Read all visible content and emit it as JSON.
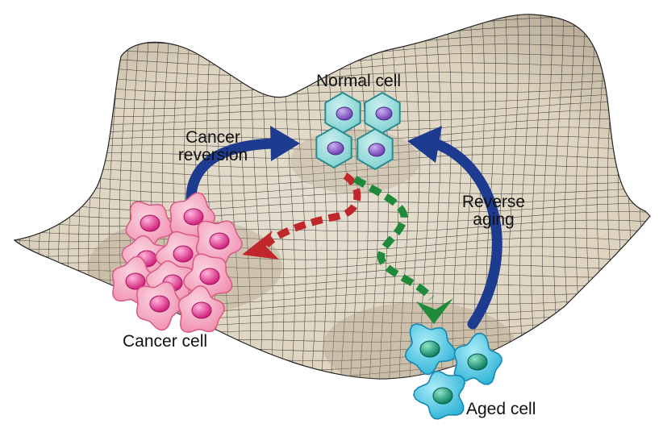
{
  "labels": {
    "normal_cell": "Normal cell",
    "cancer_reversion_line1": "Cancer",
    "cancer_reversion_line2": "reversion",
    "reverse_aging_line1": "Reverse",
    "reverse_aging_line2": "aging",
    "cancer_cell": "Cancer cell",
    "aged_cell": "Aged cell"
  },
  "colors": {
    "surface": "#ece6da",
    "mesh": "#2b2b2b",
    "arrow_blue": "#1d3b8f",
    "arrow_red": "#c0272d",
    "arrow_green": "#1f8a3a",
    "normal_cell": "#8fd8d8",
    "normal_nucleus": "#8a5cc8",
    "cancer_cell": "#f7a8c0",
    "cancer_nucleus": "#e23a8c",
    "aged_cell": "#5cc7e3",
    "aged_nucleus": "#1a9a7a"
  }
}
